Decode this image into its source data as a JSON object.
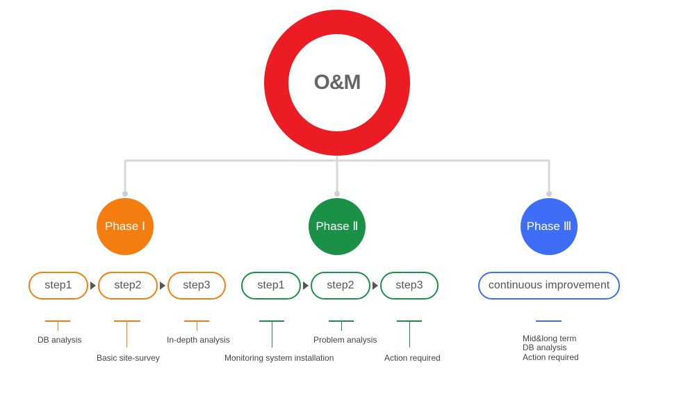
{
  "center": {
    "label": "O&M",
    "color": "#ec1c24"
  },
  "connector_color": "#d8d8d8",
  "phases": [
    {
      "label": "Phase Ⅰ",
      "color": "#f47d0f",
      "steps": [
        "step1",
        "step2",
        "step3"
      ],
      "notes": [
        "DB analysis",
        "Basic site-survey",
        "In-depth analysis"
      ]
    },
    {
      "label": "Phase Ⅱ",
      "color": "#1a9147",
      "steps": [
        "step1",
        "step2",
        "step3"
      ],
      "notes": [
        "Monitoring system installation",
        "Problem analysis",
        "Action required"
      ]
    },
    {
      "label": "Phase Ⅲ",
      "color": "#3d6ef5",
      "steps": [
        "continuous improvement"
      ],
      "notes": [
        "Mid&long term",
        "DB analysis",
        "Action required"
      ]
    }
  ]
}
